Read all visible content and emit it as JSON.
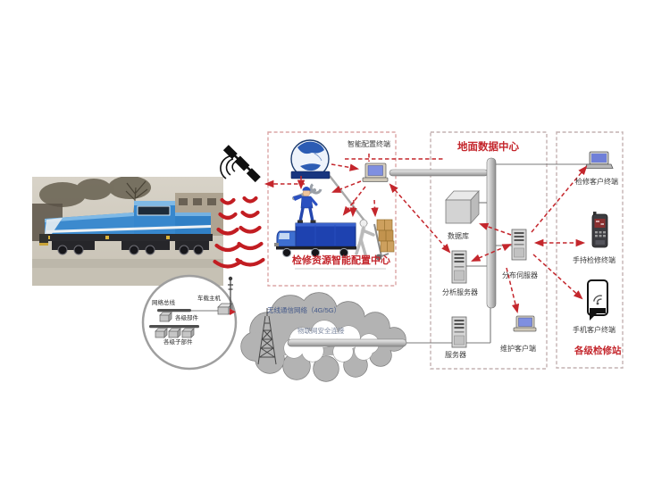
{
  "smart_center": {
    "title": "检修资源智能配置中心",
    "terminal_label": "智能配置终端"
  },
  "ground_center": {
    "title": "地面数据中心",
    "database_label": "数据库",
    "analysis_server_label": "分析服务器",
    "distributed_server_label": "分布伺服器",
    "server_label": "服务器",
    "maintenance_client_label": "维护客户端"
  },
  "repair_stations": {
    "title": "各级检修站",
    "repair_client_label": "检修客户终端",
    "handheld_label": "手持检修终端",
    "mobile_client_label": "手机客户终端"
  },
  "wireless_cloud": {
    "network_label": "无线通信网络（4G/5G）",
    "iot_label": "物联网安全连接"
  },
  "onboard_network": {
    "bus_label": "网络总线",
    "host_label": "车载主机",
    "components_label": "各级部件",
    "subcomponents_label": "各级子部件"
  },
  "colors": {
    "accent_red": "#c4262c",
    "pipe_gray": "#9a9a9a",
    "box_border": "#d4b0b0",
    "cloud_fill": "#b3b3b3"
  },
  "icons": {
    "satellite-icon": "black satellite with signal waves",
    "signal-arcs-icon": "red wireless arcs",
    "globe-icon": "internet globe",
    "mechanic-icon": "worker with wrench",
    "truck-icon": "blue box truck",
    "porter-icon": "figure with hand truck and boxes",
    "terminal-icon": "desktop terminal",
    "database-icon": "3d cube",
    "server-tower-icon": "tower server",
    "laptop-icon": "client laptop",
    "handheld-icon": "handheld terminal",
    "phone-icon": "smartphone with wifi",
    "radio-tower-icon": "communication mast",
    "antenna-icon": "train antenna",
    "locomotive-photo": "blue diesel locomotive photograph"
  }
}
